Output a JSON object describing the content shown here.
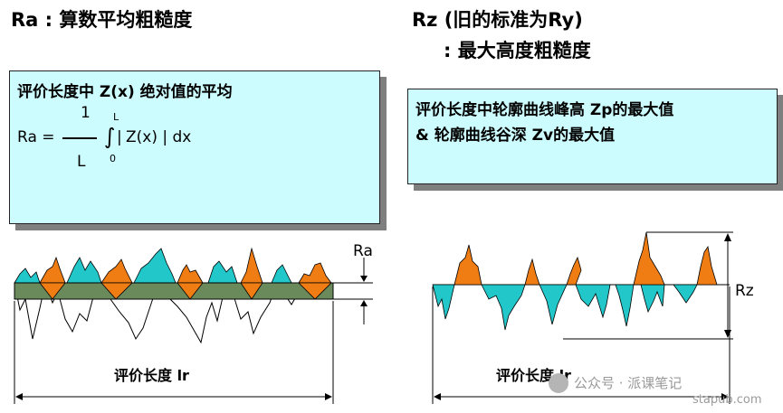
{
  "left": {
    "title": "Ra : 算数平均粗糙度",
    "box_line1": "评价长度中 Z(x) 绝对值的平均",
    "formula_lhs": "Ra =",
    "formula_numerator": "1",
    "formula_denominator": "L",
    "formula_upper_limit": "L",
    "formula_lower_limit": "0",
    "formula_body": "Z(x) | dx",
    "marker_label": "Ra",
    "length_label": "评价长度 lr",
    "colors": {
      "peak": "#f07c14",
      "valley": "#22c7c9",
      "mean_band": "#6b8a5c"
    }
  },
  "right": {
    "title_line1": "Rz (旧的标准为Ry)",
    "title_line2": ": 最大高度粗糙度",
    "box_line1": "评价长度中轮廓曲线峰高  Zp的最大值",
    "box_line2": "& 轮廓曲线谷深 Zv的最大值",
    "marker_label": "Rz",
    "length_label": "评价长度 lr",
    "colors": {
      "peak": "#f07c14",
      "valley": "#22c7c9"
    }
  },
  "watermark": {
    "text": "公众号 · 派课笔记",
    "site": "stapub.com"
  }
}
